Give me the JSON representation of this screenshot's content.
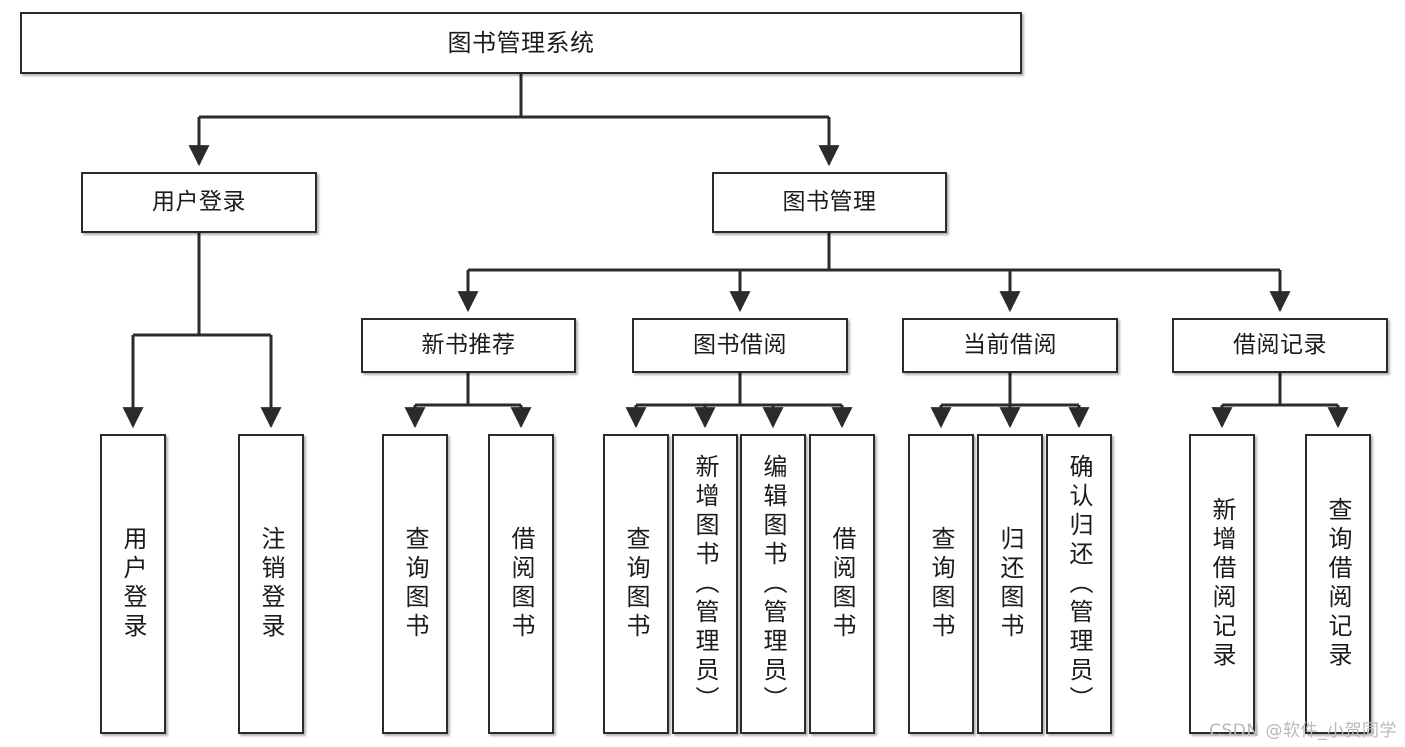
{
  "diagram": {
    "type": "hierarchy-tree",
    "title": "图书管理系统",
    "watermark": "CSDN @软件_小贺同学",
    "colors": {
      "box_border": "#2b2b2b",
      "box_fill": "#ffffff",
      "connector": "#2b2b2b",
      "text": "#1b1b1b",
      "watermark": "#b9b9b9",
      "background": "#ffffff"
    },
    "levels": {
      "root": [
        "图书管理系统"
      ],
      "level2": [
        "用户登录",
        "图书管理"
      ],
      "level3": [
        "新书推荐",
        "图书借阅",
        "当前借阅",
        "借阅记录"
      ],
      "leaves": [
        "用户登录",
        "注销登录",
        "查询图书",
        "借阅图书",
        "查询图书",
        "新增图书（管理员）",
        "编辑图书（管理员）",
        "借阅图书",
        "查询图书",
        "归还图书",
        "确认归还（管理员）",
        "新增借阅记录",
        "查询借阅记录"
      ]
    },
    "nodes": {
      "root": {
        "label": "图书管理系统"
      },
      "user_login": {
        "label": "用户登录"
      },
      "book_manage": {
        "label": "图书管理"
      },
      "new_book_rec": {
        "label": "新书推荐"
      },
      "book_borrow": {
        "label": "图书借阅"
      },
      "current_borrow": {
        "label": "当前借阅"
      },
      "borrow_record": {
        "label": "借阅记录"
      },
      "leaf_user_login": {
        "label": "用户登录"
      },
      "leaf_logout": {
        "label": "注销登录"
      },
      "leaf_query_book_a": {
        "label": "查询图书"
      },
      "leaf_borrow_book_a": {
        "label": "借阅图书"
      },
      "leaf_query_book_b": {
        "label": "查询图书"
      },
      "leaf_add_book": {
        "label": "新增图书（管理员）"
      },
      "leaf_edit_book": {
        "label": "编辑图书（管理员）"
      },
      "leaf_borrow_book_b": {
        "label": "借阅图书"
      },
      "leaf_query_book_c": {
        "label": "查询图书"
      },
      "leaf_return_book": {
        "label": "归还图书"
      },
      "leaf_confirm_return": {
        "label": "确认归还（管理员）"
      },
      "leaf_add_record": {
        "label": "新增借阅记录"
      },
      "leaf_query_record": {
        "label": "查询借阅记录"
      }
    }
  }
}
